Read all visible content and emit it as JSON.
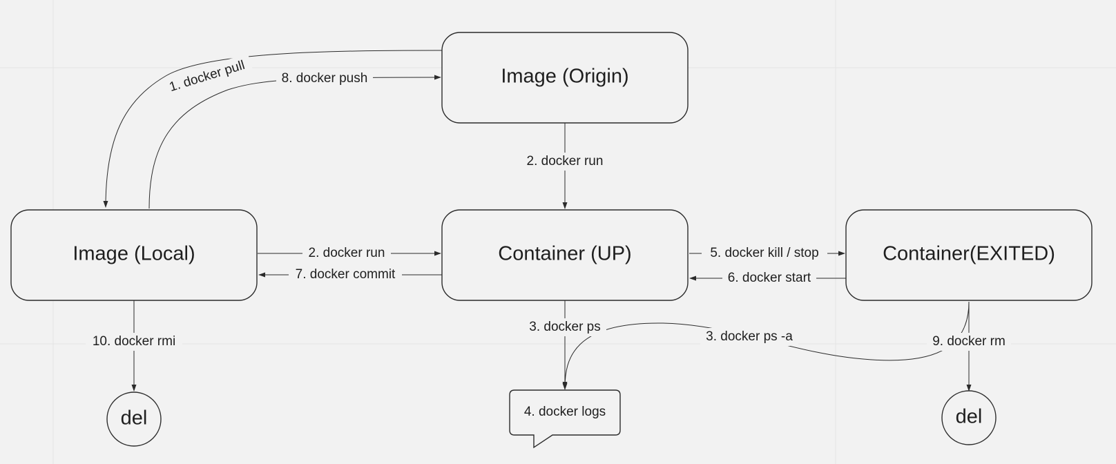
{
  "nodes": {
    "image_origin": "Image (Origin)",
    "image_local": "Image (Local)",
    "container_up": "Container (UP)",
    "container_exited": "Container(EXITED)",
    "del_local": "del",
    "del_exited": "del",
    "logs": "4. docker logs"
  },
  "edges": {
    "pull": "1. docker pull",
    "push": "8. docker push",
    "run_origin": "2. docker run",
    "run_local": "2. docker run",
    "commit": "7. docker commit",
    "kill_stop": "5. docker kill / stop",
    "start": "6. docker start",
    "ps": "3. docker ps",
    "ps_a": "3. docker ps -a",
    "rmi": "10. docker rmi",
    "rm": "9. docker rm"
  }
}
